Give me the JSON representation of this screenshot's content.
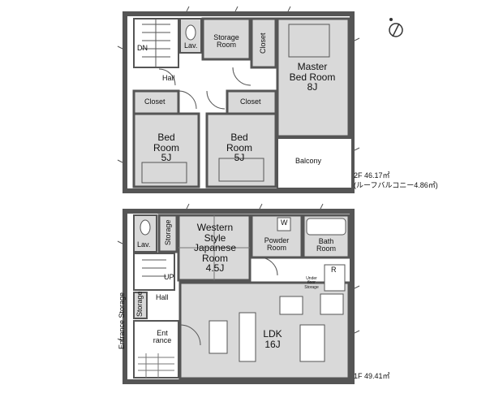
{
  "floor2": {
    "area_label": "2F 46.17㎡",
    "roof_balcony_note": "(ルーフバルコニー4.86㎡)",
    "rooms": {
      "dn": "DN",
      "lav": "Lav.",
      "storage_room_line1": "Storage",
      "storage_room_line2": "Room",
      "closet_vertical": "Closet",
      "master_line1": "Master",
      "master_line2": "Bed Room",
      "master_size": "8J",
      "hall": "Hall",
      "closet_a": "Closet",
      "closet_b": "Closet",
      "bed1_line1": "Bed",
      "bed1_line2": "Room",
      "bed1_size": "5J",
      "bed2_line1": "Bed",
      "bed2_line2": "Room",
      "bed2_size": "5J",
      "balcony": "Balcony"
    }
  },
  "floor1": {
    "area_label": "1F 49.41㎡",
    "rooms": {
      "storage_vertical": "Storage",
      "lav": "Lav.",
      "western_line1": "Western",
      "western_line2": "Style",
      "japanese_line1": "Japanese",
      "japanese_line2": "Room",
      "japanese_size": "4.5J",
      "w_mark": "W",
      "powder_line1": "Powder",
      "powder_line2": "Room",
      "bath_line1": "Bath",
      "bath_line2": "Room",
      "up": "UP",
      "hall": "Hall",
      "storage_small": "Storage",
      "under_floor_line1": "Under",
      "under_floor_line2": "floor",
      "under_floor_line3": "Storage",
      "r_mark": "R",
      "entrance_storage": "Entrance Storage",
      "entrance_line1": "Ent",
      "entrance_line2": "rance",
      "ldk": "LDK",
      "ldk_size": "16J"
    }
  },
  "compass": {
    "icon": "north-arrow-icon"
  },
  "colors": {
    "wall": "#555555",
    "floor": "#d9d9d9",
    "white": "#ffffff"
  }
}
